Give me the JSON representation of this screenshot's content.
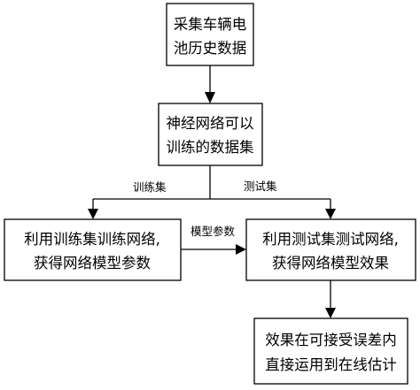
{
  "nodes": {
    "collect": {
      "line1": "采集车辆电",
      "line2": "池历史数据"
    },
    "dataset": {
      "line1": "神经网络可以",
      "line2": "训练的数据集"
    },
    "train": {
      "line1": "利用训练集训练网络,",
      "line2": "获得网络模型参数"
    },
    "test": {
      "line1": "利用测试集测试网络,",
      "line2": "获得网络模型效果"
    },
    "apply": {
      "line1": "效果在可接受误差内",
      "line2": "直接运用到在线估计"
    }
  },
  "edge_labels": {
    "train_set": "训练集",
    "test_set": "测试集",
    "model_params": "模型参数"
  }
}
